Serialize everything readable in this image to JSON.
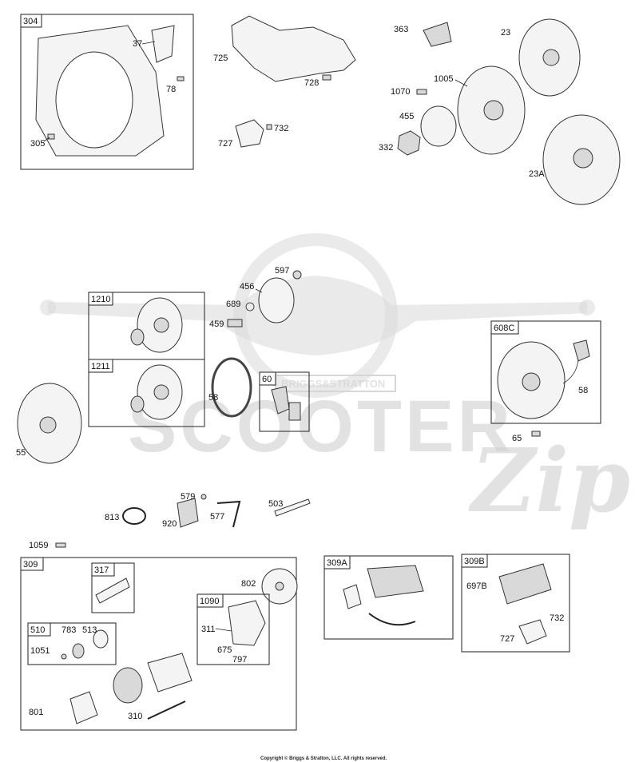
{
  "copyright": "Copyright © Briggs & Stratton, LLC. All rights reserved.",
  "watermark": {
    "brand": "SCOOTER",
    "script": "Zip",
    "banner": "BRIGGS&STRATTON"
  },
  "group_labels": {
    "b304": "304",
    "b1210": "1210",
    "b1211": "1211",
    "b60": "60",
    "b608C": "608C",
    "b309": "309",
    "b317": "317",
    "b510": "510",
    "b1090": "1090",
    "b309A": "309A",
    "b309B": "309B"
  },
  "callouts": {
    "p37": "37",
    "p78": "78",
    "p305": "305",
    "p725": "725",
    "p728": "728",
    "p732a": "732",
    "p727a": "727",
    "p363": "363",
    "p23": "23",
    "p1005": "1005",
    "p1070": "1070",
    "p455": "455",
    "p332": "332",
    "p23A": "23A",
    "p597": "597",
    "p456": "456",
    "p689": "689",
    "p459": "459",
    "p58a": "58",
    "p58b": "58",
    "p55": "55",
    "p65": "65",
    "p579": "579",
    "p503": "503",
    "p813": "813",
    "p920": "920",
    "p577": "577",
    "p1059": "1059",
    "p802": "802",
    "p783": "783",
    "p513": "513",
    "p1051": "1051",
    "p311": "311",
    "p675": "675",
    "p797": "797",
    "p801": "801",
    "p310": "310",
    "p697B": "697B",
    "p732b": "732",
    "p727b": "727"
  }
}
